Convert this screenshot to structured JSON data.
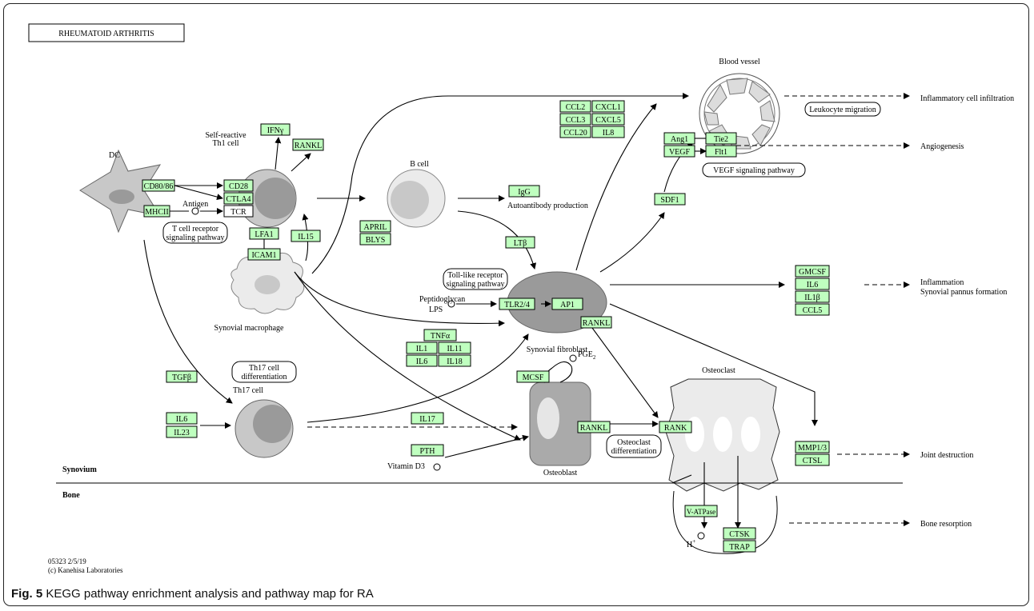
{
  "map": {
    "title": "RHEUMATOID ARTHRITIS",
    "footer_id": "05323 2/5/19",
    "footer_copyright": "(c) Kanehisa Laboratories",
    "synovium_label": "Synovium",
    "bone_label": "Bone"
  },
  "cells": {
    "dc": "DC",
    "th1_line1": "Self-reactive",
    "th1_line2": "Th1 cell",
    "b_cell": "B cell",
    "blood_vessel": "Blood vessel",
    "synovial_macrophage": "Synovial macrophage",
    "synovial_fibroblast": "Synovial fibroblast",
    "th17": "Th17 cell",
    "osteoblast": "Osteoblast",
    "osteoclast": "Osteoclast"
  },
  "genes": {
    "cd80_86": "CD80/86",
    "mhcii": "MHCII",
    "cd28": "CD28",
    "ctla4": "CTLA4",
    "tcr": "TCR",
    "ifng": "IFNγ",
    "rankl_th1": "RANKL",
    "lfa1": "LFA1",
    "icam1": "ICAM1",
    "il15": "IL15",
    "april": "APRIL",
    "blys": "BLYS",
    "igg": "IgG",
    "ltb": "LTβ",
    "ccl2": "CCL2",
    "cxcl1": "CXCL1",
    "ccl3": "CCL3",
    "cxcl5": "CXCL5",
    "ccl20": "CCL20",
    "il8": "IL8",
    "ang1": "Ang1",
    "tie2": "Tie2",
    "vegf": "VEGF",
    "flt1": "Flt1",
    "sdf1": "SDF1",
    "tlr2_4": "TLR2/4",
    "ap1": "AP1",
    "rankl_fib": "RANKL",
    "tnfa": "TNFα",
    "il1": "IL1",
    "il11": "IL11",
    "il6_mac": "IL6",
    "il18": "IL18",
    "gmcsf": "GMCSF",
    "il6_inf": "IL6",
    "il1b": "IL1β",
    "ccl5": "CCL5",
    "tgfb": "TGFβ",
    "il6_th17": "IL6",
    "il23": "IL23",
    "il17": "IL17",
    "mcsf": "MCSF",
    "pth": "PTH",
    "rankl_ob": "RANKL",
    "rank": "RANK",
    "mmp1_3": "MMP1/3",
    "ctsl": "CTSL",
    "v_atpase": "V-ATPase",
    "ctsk": "CTSK",
    "trap": "TRAP"
  },
  "compounds": {
    "antigen": "Antigen",
    "peptidoglycan": "Peptidoglycan",
    "lps": "LPS",
    "pge2": "PGE",
    "pge2_sub": "2",
    "vitamin_d3": "Vitamin D3",
    "h_plus": "H",
    "h_plus_sup": "+"
  },
  "pathways": {
    "tcr_line1": "T cell receptor",
    "tcr_line2": "signaling pathway",
    "tlr_line1": "Toll-like receptor",
    "tlr_line2": "signaling pathway",
    "th17_line1": "Th17 cell",
    "th17_line2": "differentiation",
    "vegf": "VEGF signaling pathway",
    "leukocyte": "Leukocyte migration",
    "osteoclast_line1": "Osteoclast",
    "osteoclast_line2": "differentiation"
  },
  "outcomes": {
    "autoantibody": "Autoantibody production",
    "inflammatory_infiltration": "Inflammatory cell infiltration",
    "angiogenesis": "Angiogenesis",
    "inflammation_line1": "Inflammation",
    "inflammation_line2": "Synovial pannus formation",
    "joint_destruction": "Joint destruction",
    "bone_resorption": "Bone resorption"
  },
  "caption": {
    "label": "Fig. 5",
    "text": " KEGG pathway enrichment analysis and pathway map for RA"
  },
  "colors": {
    "gene_fill": "#bfffbf",
    "cell_fill": "#c8c8c8",
    "nucleus_fill": "#9a9a9a"
  }
}
